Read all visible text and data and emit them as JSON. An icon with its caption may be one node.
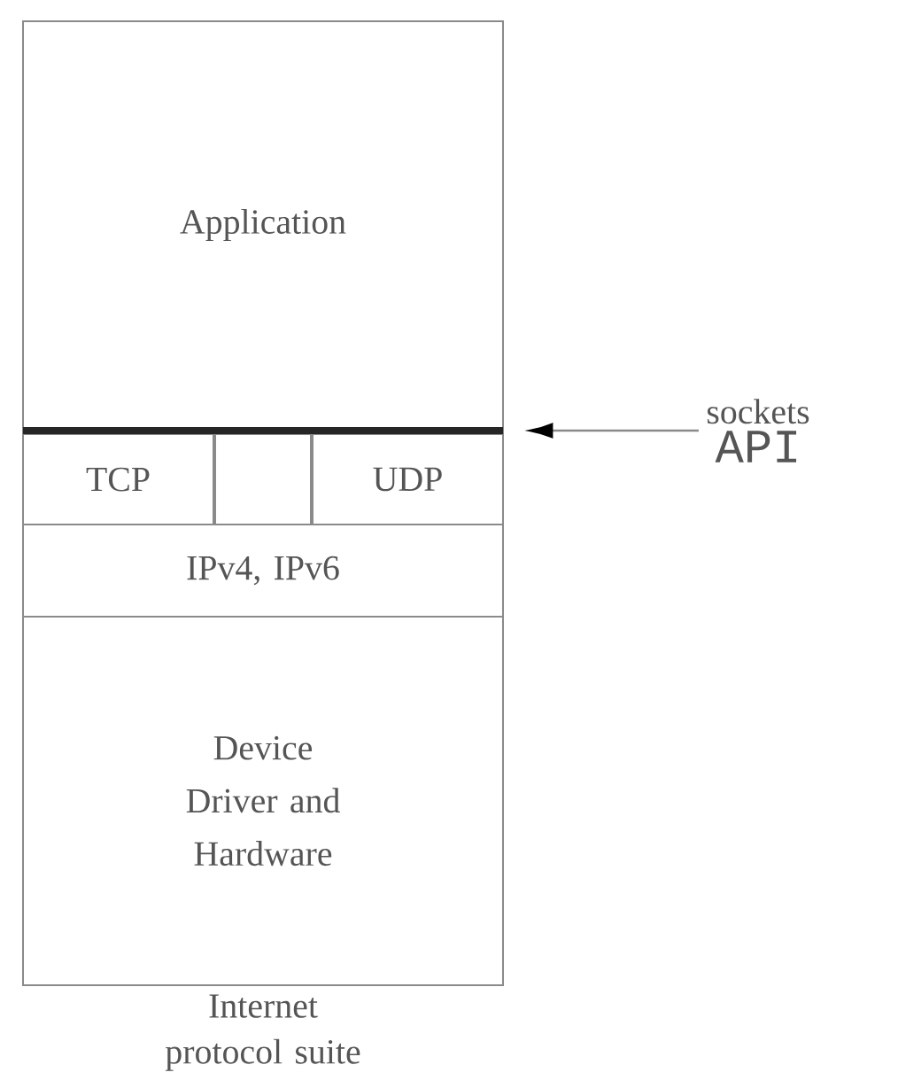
{
  "diagram": {
    "nodes": [
      {
        "text": [
          "Internet protocol suite"
        ]
      },
      {
        "text": [
          "Application"
        ],
        "in": 0
      },
      {
        "text": [
          "TCP"
        ],
        "in": 0
      },
      {
        "text": [],
        "shape": "box",
        "in": 0
      },
      {
        "text": [
          "UDP"
        ],
        "in": 0
      },
      {
        "text": [
          "IPv4, IPv6"
        ],
        "in": 0
      },
      {
        "text": [
          "Device Driver and Hardware"
        ],
        "in": 0
      },
      {
        "text": [],
        "shape": "bar",
        "in": 0
      },
      {
        "text": [
          "sockets",
          "API"
        ]
      }
    ],
    "edges": [
      {
        "from": 8,
        "to": 7,
        "arrow": "to"
      }
    ]
  }
}
